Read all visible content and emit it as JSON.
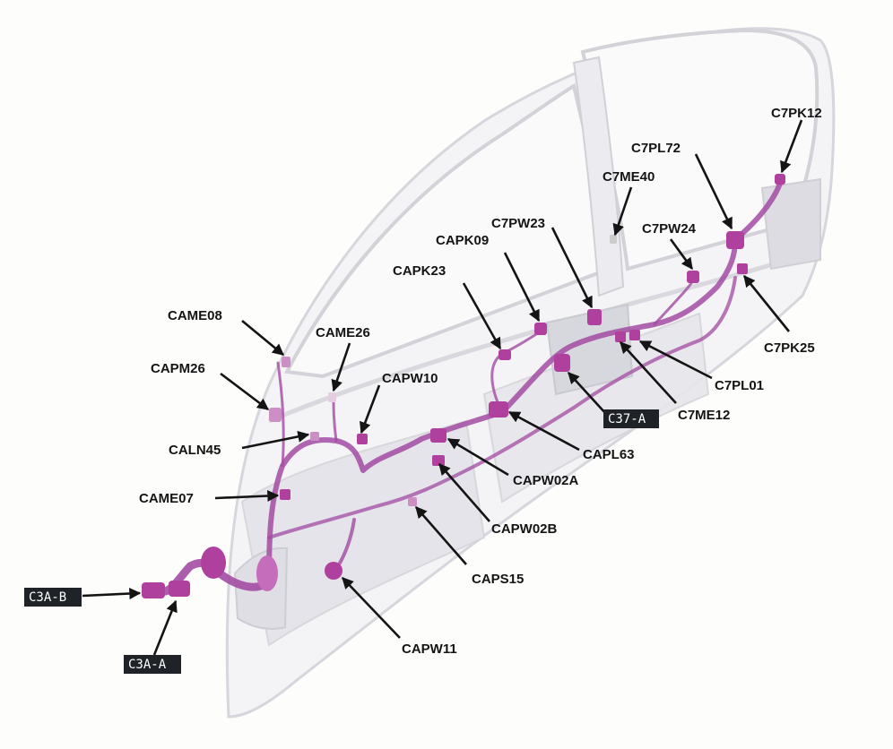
{
  "diagram": {
    "connectors": [
      {
        "id": "CAME08",
        "boxed": false
      },
      {
        "id": "CAME26",
        "boxed": false
      },
      {
        "id": "CAPM26",
        "boxed": false
      },
      {
        "id": "CAPW10",
        "boxed": false
      },
      {
        "id": "CALN45",
        "boxed": false
      },
      {
        "id": "CAME07",
        "boxed": false
      },
      {
        "id": "C3A-B",
        "boxed": true
      },
      {
        "id": "C3A-A",
        "boxed": true
      },
      {
        "id": "CAPW11",
        "boxed": false
      },
      {
        "id": "CAPS15",
        "boxed": false
      },
      {
        "id": "CAPW02B",
        "boxed": false
      },
      {
        "id": "CAPW02A",
        "boxed": false
      },
      {
        "id": "CAPL63",
        "boxed": false
      },
      {
        "id": "C37-A",
        "boxed": true
      },
      {
        "id": "C7ME12",
        "boxed": false
      },
      {
        "id": "C7PL01",
        "boxed": false
      },
      {
        "id": "C7PK25",
        "boxed": false
      },
      {
        "id": "C7PW24",
        "boxed": false
      },
      {
        "id": "C7PL72",
        "boxed": false
      },
      {
        "id": "C7PK12",
        "boxed": false
      },
      {
        "id": "C7ME40",
        "boxed": false
      },
      {
        "id": "C7PW23",
        "boxed": false
      },
      {
        "id": "CAPK09",
        "boxed": false
      },
      {
        "id": "CAPK23",
        "boxed": false
      }
    ],
    "colors": {
      "harness": "#a34ba3",
      "connector": "#b0409d",
      "door": "#cfcfd6",
      "label_box": "#1f2328",
      "arrow": "#141414"
    }
  }
}
